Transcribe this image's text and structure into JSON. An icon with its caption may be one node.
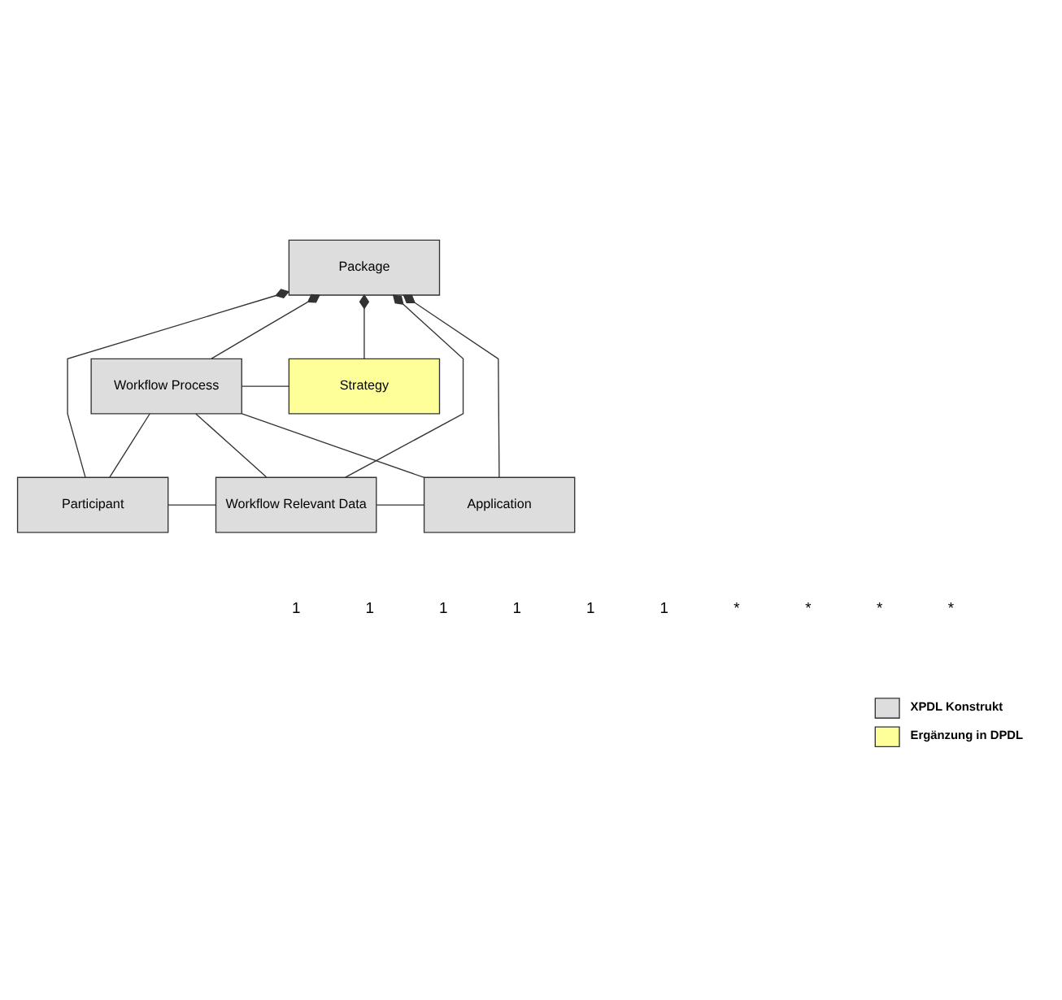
{
  "diagram": {
    "nodes": [
      {
        "text": [
          "Package"
        ]
      },
      {
        "text": [
          "Workflow Process"
        ]
      },
      {
        "text": [
          "Strategy"
        ]
      },
      {
        "text": [
          "Participant"
        ]
      },
      {
        "text": [
          "Workflow Relevant Data"
        ]
      },
      {
        "text": [
          "Application"
        ]
      }
    ],
    "edges": [
      {
        "from": 0,
        "to": 2,
        "arrow": "other"
      },
      {
        "from": 0,
        "to": 5,
        "arrow": "other"
      },
      {
        "from": 0,
        "to": 3,
        "arrow": "other"
      },
      {
        "from": 0,
        "to": 4,
        "arrow": "other"
      },
      {
        "from": 0,
        "to": 1,
        "arrow": "other"
      },
      {
        "from": 1,
        "to": 2,
        "arrow": "none"
      },
      {
        "from": 1,
        "to": 3,
        "arrow": "none"
      },
      {
        "from": 1,
        "to": 4,
        "arrow": "none"
      },
      {
        "from": 1,
        "to": 5,
        "arrow": "none"
      },
      {
        "from": 3,
        "to": 4,
        "arrow": "none"
      },
      {
        "from": 4,
        "to": 5,
        "arrow": "none"
      }
    ],
    "labels": [
      "1",
      "1",
      "1",
      "1",
      "1",
      "1",
      "*",
      "*",
      "*",
      "*"
    ],
    "legend": [
      {
        "text": "XPDL Konstrukt",
        "color": "#dddddd"
      },
      {
        "text": "Ergänzung in DPDL",
        "color": "#ffff99"
      }
    ]
  }
}
